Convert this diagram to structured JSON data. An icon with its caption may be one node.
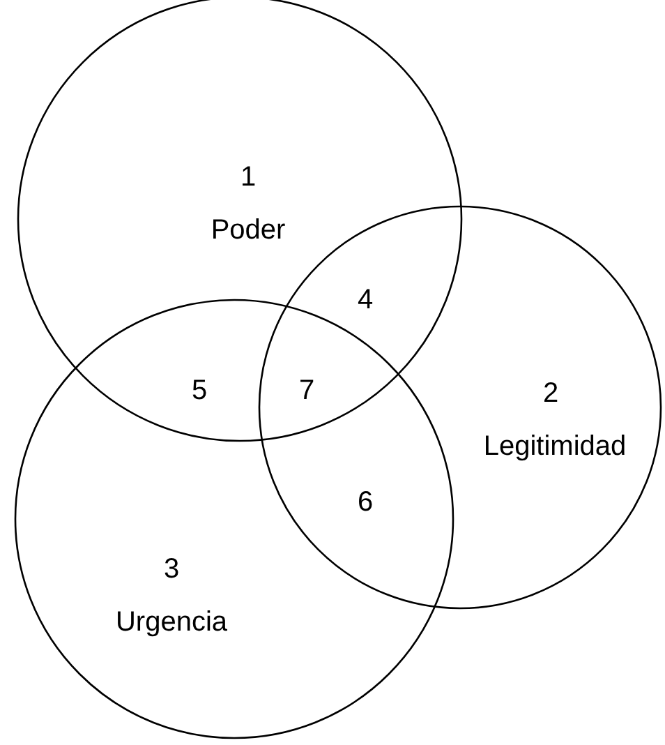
{
  "diagram": {
    "nodes": [
      {
        "text": [
          "1",
          "Poder"
        ]
      },
      {
        "text": [
          "2",
          "Legitimidad"
        ]
      },
      {
        "text": [
          "3",
          "Urgencia"
        ]
      }
    ],
    "labels": [
      "4",
      "5",
      "7",
      "6"
    ]
  }
}
